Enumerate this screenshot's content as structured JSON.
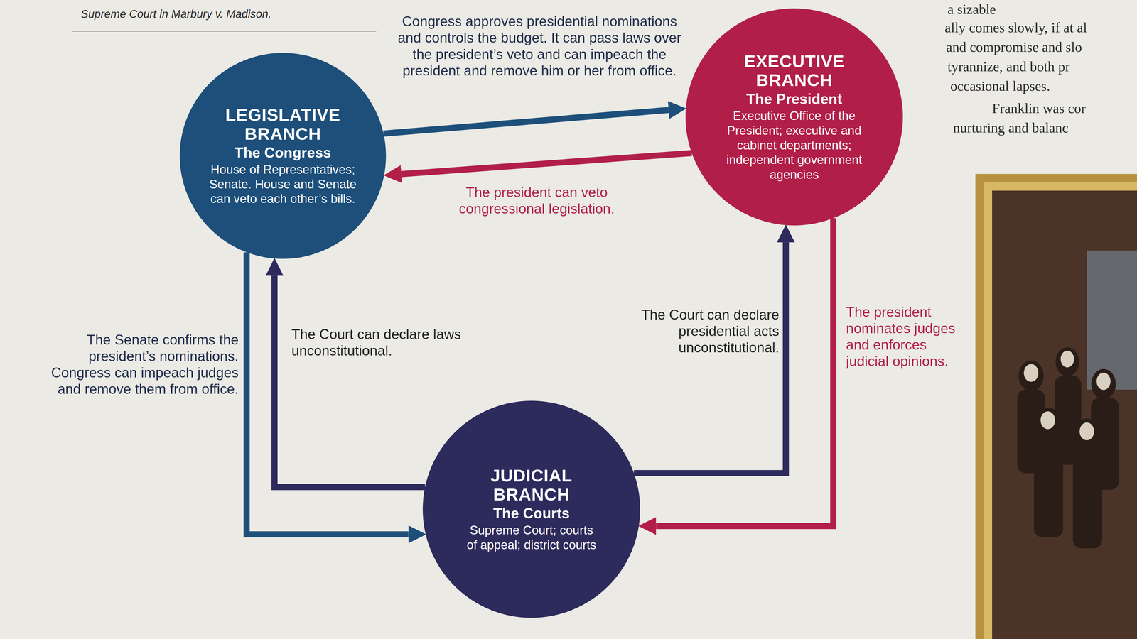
{
  "diagram": {
    "nodes": [
      {
        "text": [
          "LEGISLATIVE BRANCH",
          "The Congress",
          "House of Representatives; Senate. House and Senate can veto each other’s bills."
        ]
      },
      {
        "text": [
          "EXECUTIVE BRANCH",
          "The President",
          "Executive Office of the President; executive and cabinet departments; independent government agencies"
        ]
      },
      {
        "text": [
          "JUDICIAL BRANCH",
          "The Courts",
          "Supreme Court; courts of appeal; district courts"
        ]
      }
    ],
    "edges": [
      {
        "from": 0,
        "to": 1,
        "label": "Congress approves presidential nominations and controls the budget. It can pass laws over the president’s veto and can impeach the president and remove him or her from office.",
        "arrow": "to"
      },
      {
        "from": 1,
        "to": 0,
        "label": "The president can veto congressional legislation.",
        "arrow": "to"
      },
      {
        "from": 0,
        "to": 2,
        "label": "The Senate confirms the president’s nominations. Congress can impeach judges and remove them from office.",
        "arrow": "to"
      },
      {
        "from": 2,
        "to": 0,
        "label": "The Court can declare laws unconstitutional.",
        "arrow": "to"
      },
      {
        "from": 2,
        "to": 1,
        "label": "The Court can declare presidential acts unconstitutional.",
        "arrow": "to"
      },
      {
        "from": 1,
        "to": 2,
        "label": "The president nominates judges and enforces judicial opinions.",
        "arrow": "to"
      }
    ],
    "labels": [
      "Supreme Court in Marbury v. Madison.",
      "a sizable",
      "ally comes slowly, if at al",
      "and compromise and slo",
      "tyrannize, and both pr",
      "occasional lapses.",
      "Franklin was cor",
      "nurturing and balanc"
    ]
  }
}
